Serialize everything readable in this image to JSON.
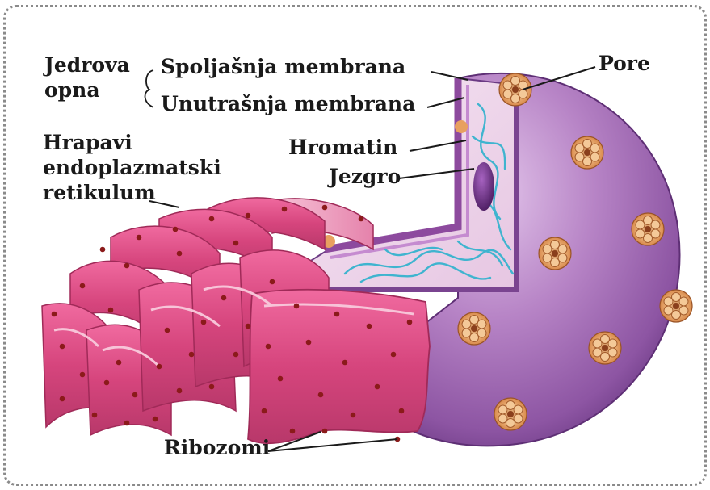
{
  "labels": {
    "jedrova_opna": "Jedrova\nopna",
    "spoljasnja_membrana": "Spoljašnja membrana",
    "unutrasnja_membrana": "Unutrašnja membrana",
    "pore": "Pore",
    "hromatin": "Hromatin",
    "jezgro": "Jezgro",
    "hrapavi_er": "Hrapavi\nendoplazmatski\nretikulum",
    "ribozomi": "Ribozomi"
  },
  "colors": {
    "nucleus_purple": "#a771b8",
    "nucleus_shadow": "#6d3d86",
    "er_pink": "#d84d84",
    "er_light": "#f4a9c6",
    "ribosome": "#8b1a1a",
    "pore_orange": "#e0a064",
    "chromatin": "#3fb4cf",
    "nucleolus": "#6a2d80"
  }
}
